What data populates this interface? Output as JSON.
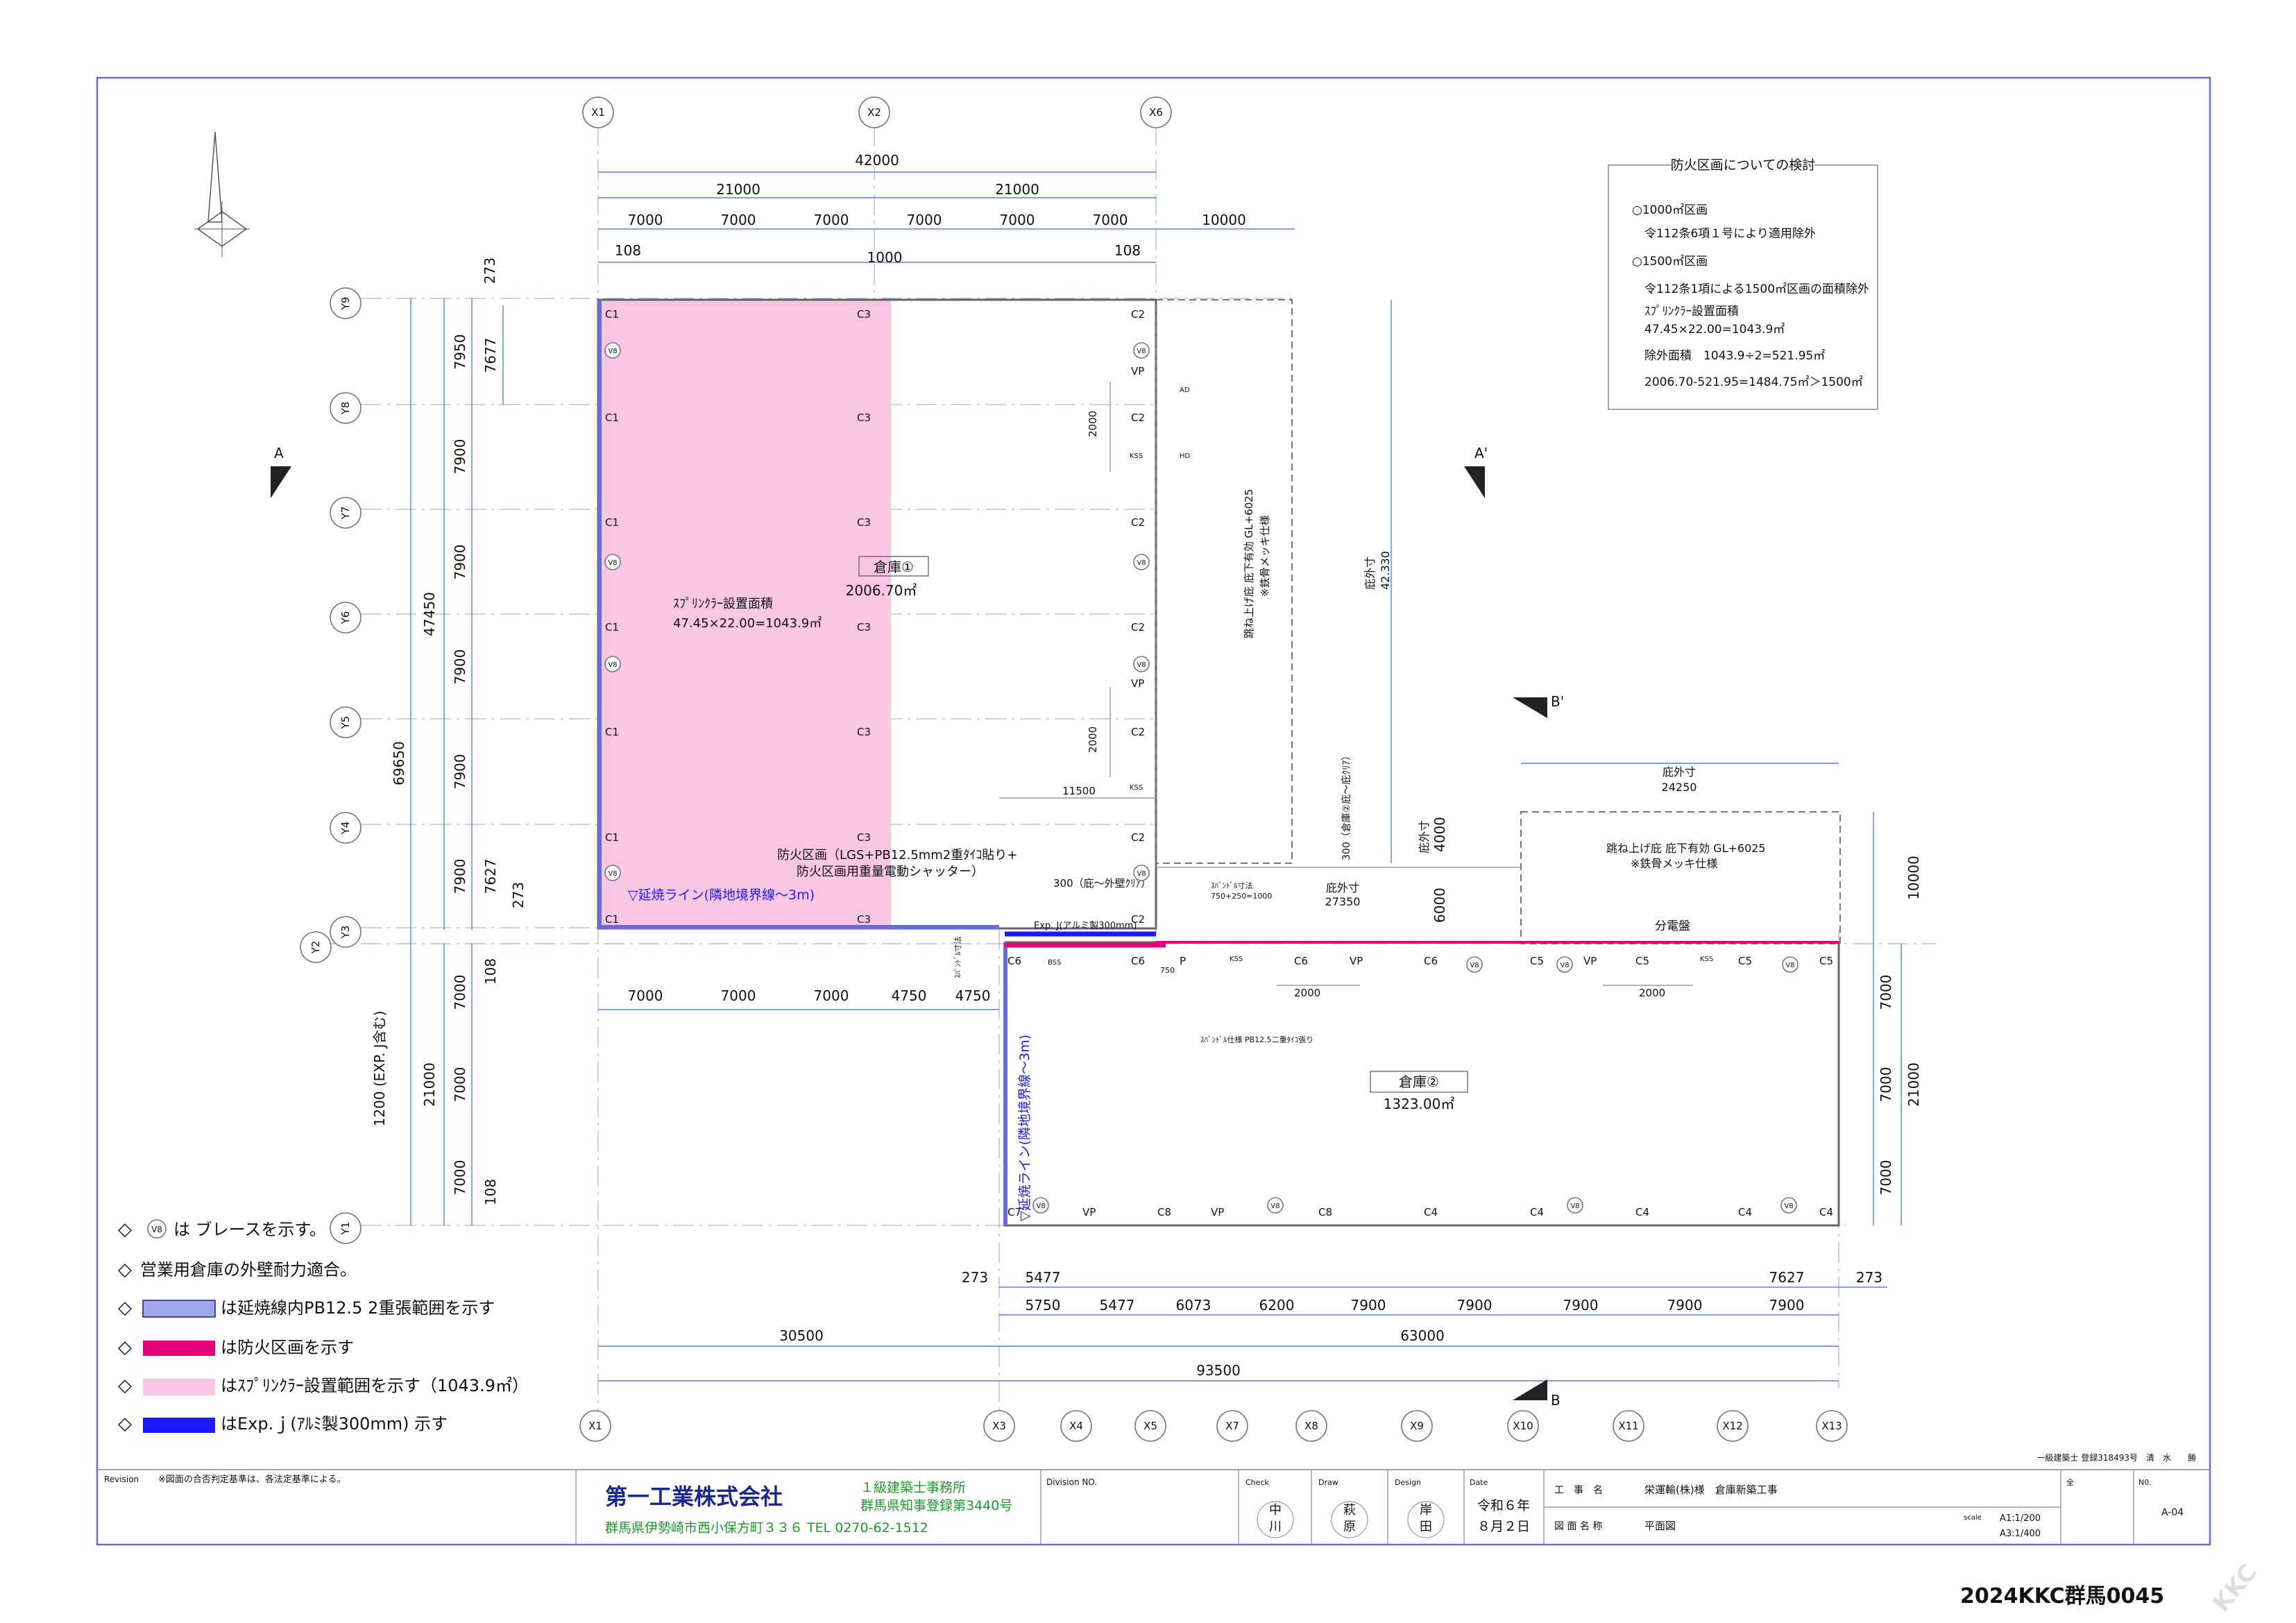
{
  "colors": {
    "sprinkler_fill": "#f9c6e4",
    "fire_partition": "#e6007e",
    "exp_joint": "#1a1aff",
    "border": "#6a6adf",
    "dim": "#5a7aff",
    "title_blue": "#1a2a8a",
    "title_green": "#1a9a2a"
  },
  "grid": {
    "x_top": [
      "X1",
      "X2",
      "X6"
    ],
    "x_bottom": [
      "X1",
      "X3",
      "X4",
      "X5",
      "X7",
      "X8",
      "X9",
      "X10",
      "X11",
      "X12",
      "X13"
    ],
    "y": [
      "Y9",
      "Y8",
      "Y7",
      "Y6",
      "Y5",
      "Y4",
      "Y3",
      "Y2",
      "Y1"
    ]
  },
  "dims_top": {
    "total": "42000",
    "half_left": "21000",
    "half_right": "21000",
    "bays": [
      "7000",
      "7000",
      "7000",
      "7000",
      "7000",
      "7000"
    ],
    "eave": "10000",
    "off_left": "108",
    "off_center": "1000",
    "off_right": "108",
    "dim_273": "273"
  },
  "dims_left": {
    "total": "69650",
    "upper": "47450",
    "upper_bays": [
      "7950",
      "7900",
      "7900",
      "7900",
      "7900",
      "7900"
    ],
    "sub_7677": "7677",
    "sub_7627": "7627",
    "sub_273": "273",
    "lower": "21000",
    "lower_bays": [
      "7000",
      "7000",
      "7000"
    ],
    "exp_j": "1200 (EXP. J含む)",
    "d108a": "108",
    "d108b": "108"
  },
  "dims_mid": [
    "7000",
    "7000",
    "7000",
    "4750",
    "4750"
  ],
  "dims_bottom": {
    "row1": [
      "273",
      "5477",
      "7627",
      "273"
    ],
    "row2": [
      "5750",
      "5477",
      "6073",
      "6200",
      "7900",
      "7900",
      "7900",
      "7900",
      "7900"
    ],
    "row3_left": "30500",
    "row3_right": "63000",
    "total": "93500"
  },
  "dims_right": {
    "r1": "10000",
    "r2": [
      "7000",
      "7000",
      "7000"
    ],
    "r_total": "21000"
  },
  "section": {
    "a": "A",
    "a2": "A'",
    "b": "B",
    "b2": "B'"
  },
  "columns": {
    "C1": "C1",
    "C2": "C2",
    "C3": "C3",
    "C4": "C4",
    "C5": "C5",
    "C6": "C6",
    "C7": "C7",
    "C8": "C8",
    "V8": "V8",
    "VP": "VP",
    "P": "P"
  },
  "rooms": {
    "soko1_name": "倉庫①",
    "soko1_area": "2006.70㎡",
    "soko2_name": "倉庫②",
    "soko2_area": "1323.00㎡",
    "sprinkler_title": "ｽﾌﾟﾘﾝｸﾗｰ設置面積",
    "sprinkler_calc": "47.45×22.00=1043.9㎡"
  },
  "notes": {
    "fire_partition_1": "防火区画（LGS+PB12.5mm2重ﾀｲｺ貼り+",
    "fire_partition_2": "防火区画用重量電動シャッター）",
    "ext_line_h": "▽延焼ライン(隣地境界線～3m)",
    "ext_line_v": "▽延焼ライン(隣地境界線～3m)",
    "clear_300": "300（庇～外壁ｸﾘｱ）",
    "exp_j_note": "Exp. J(アルミ製300mm)",
    "canopy1_a": "跳ね上げ庇 庇下有効 GL+6025",
    "canopy1_b": "※鉄骨メッキ仕様",
    "canopy2_a": "跳ね上げ庇 庇下有効 GL+6025",
    "canopy2_b": "※鉄骨メッキ仕様",
    "eave_out_1": "庇外寸",
    "eave_out_1v": "42.330",
    "eave_out_2": "庇外寸",
    "eave_out_2v": "24250",
    "eave_out_3": "庇外寸",
    "eave_out_3v": "27350",
    "eave_out_4": "庇外寸",
    "eave_4000": "4000",
    "d6000": "6000",
    "d11500": "11500",
    "d2000a": "2000",
    "d2000b": "2000",
    "d2000c": "2000",
    "d2000d": "2000",
    "d300b": "300（倉庫②庇～庇ｸﾘｱ）",
    "panel": "分電盤",
    "slab_note": "ｽﾊﾞﾝﾄﾞﾙ仕様 PB12.5二重ﾀｲｺ張り",
    "slab_note2": "ｽﾊﾞﾝﾄﾞﾙ寸法",
    "slab_note3": "750+250=1000",
    "slab_note4": "ｽﾊﾟﾝﾄﾞﾙ寸法",
    "d750": "750",
    "kss": "KSS",
    "bss": "BSS",
    "ad": "AD",
    "hd": "HD"
  },
  "fire_box": {
    "title": "防火区画についての検討",
    "lines": [
      "○1000㎡区画",
      "令112条6項１号により適用除外",
      "○1500㎡区画",
      "令112条1項による1500㎡区画の面積除外",
      "ｽﾌﾟﾘﾝｸﾗｰ設置面積",
      "47.45×22.00=1043.9㎡",
      "除外面積　1043.9÷2=521.95㎡",
      "2006.70-521.95=1484.75㎡＞1500㎡"
    ]
  },
  "legend": [
    {
      "marker": "V8",
      "text": "は ブレースを示す。"
    },
    {
      "text": "営業用倉庫の外壁耐力適合。"
    },
    {
      "text": "は延焼線内PB12.5 2重張範囲を示す"
    },
    {
      "text": "は防火区画を示す"
    },
    {
      "text": "はｽﾌﾟﾘﾝｸﾗｰ設置範囲を示す（1043.9㎡）"
    },
    {
      "text": "はExp.ｊ(ｱﾙﾐ製300mm) 示す"
    }
  ],
  "title_block": {
    "revision": "Revision",
    "revision_note": "※図面の合否判定基準は、各法定基準による。",
    "company": "第一工業株式会社",
    "office": "１級建築士事務所",
    "registration": "群馬県知事登録第3440号",
    "address": "群馬県伊勢崎市西小保方町３３６  TEL  0270-62-1512",
    "division": "Division NO.",
    "check": "Check",
    "check_name_1": "中",
    "check_name_2": "川",
    "draw": "Draw",
    "draw_name_1": "萩",
    "draw_name_2": "原",
    "design": "Design",
    "design_name_1": "岸",
    "design_name_2": "田",
    "date": "Date",
    "date_1": "令和６年",
    "date_2": "８月２日",
    "project_label": "工　事　名",
    "project": "栄運輸(株)様　倉庫新築工事",
    "drawing_label": "図 面 名 称",
    "drawing": "平面図",
    "scale_label": "scale",
    "scale_a1": "A1:1/200",
    "scale_a3": "A3:1/400",
    "no_label": "N0.",
    "no": "A-04",
    "zen": "全",
    "architect": "一級建築士 登録318493号　清　水　　勝"
  },
  "stamp": "2024KKC群馬0045",
  "watermark": "KKC"
}
